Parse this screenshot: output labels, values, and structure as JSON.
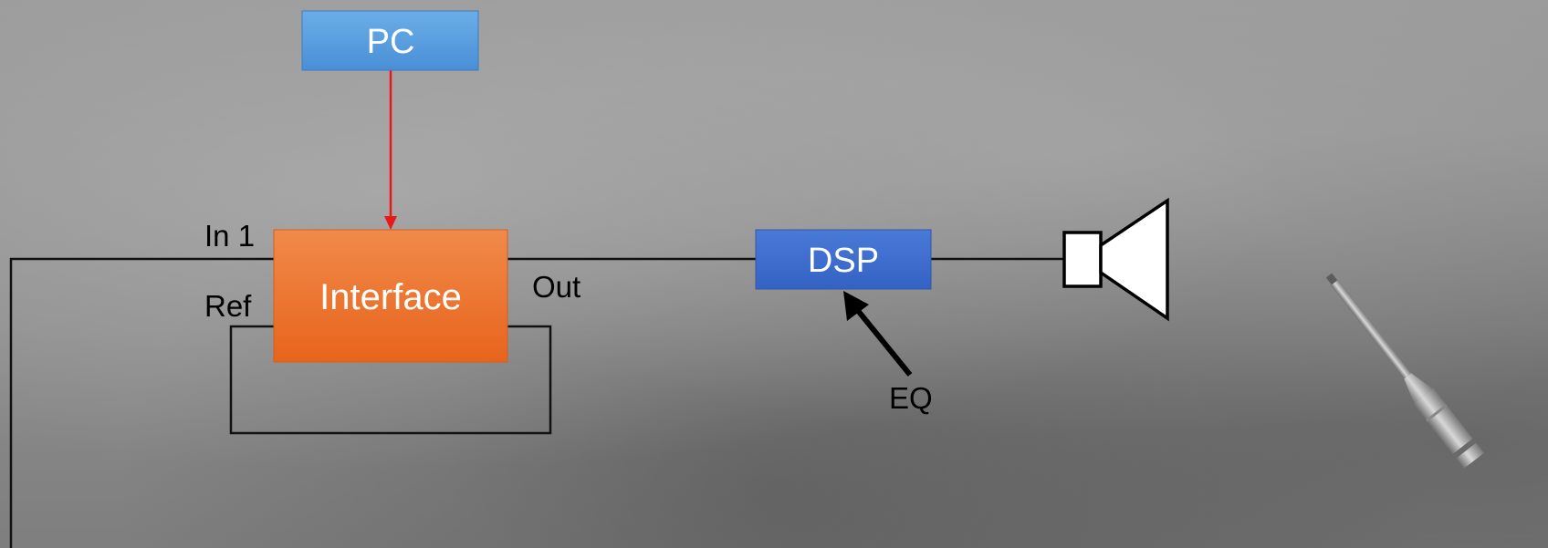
{
  "blocks": {
    "pc": {
      "label": "PC",
      "color_top": "#6aaee8",
      "color_bottom": "#4a8fd6"
    },
    "interface": {
      "label": "Interface",
      "color_top": "#f08a4a",
      "color_bottom": "#e8641c"
    },
    "dsp": {
      "label": "DSP",
      "color_top": "#4a7ad8",
      "color_bottom": "#3462c4"
    }
  },
  "ports": {
    "in1": "In 1",
    "ref": "Ref",
    "out": "Out"
  },
  "annotations": {
    "eq": "EQ"
  },
  "components": {
    "speaker_icon": "speaker-icon",
    "microphone_icon": "measurement-microphone-icon"
  },
  "colors": {
    "control_line": "#e81818",
    "signal_line": "#111111",
    "background": "#8f8f8f"
  }
}
